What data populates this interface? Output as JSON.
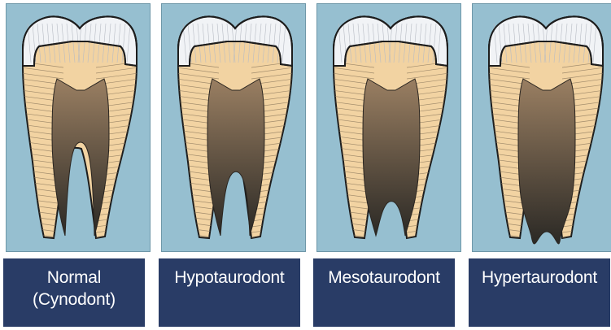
{
  "colors": {
    "panel_bg": "#96bfd0",
    "label_bg": "#293c66",
    "label_text": "#ffffff",
    "enamel": "#f1f3f6",
    "dentin": "#f2d3a2",
    "pulp_top": "#9a7f62",
    "pulp_bottom": "#2b2925"
  },
  "panels": [
    {
      "id": "normal",
      "label_lines": [
        "Normal",
        "(Cynodont)"
      ],
      "pulp_floor_level": 0.0
    },
    {
      "id": "hypotaurodont",
      "label_lines": [
        "Hypotaurodont"
      ],
      "pulp_floor_level": 0.33
    },
    {
      "id": "mesotaurodont",
      "label_lines": [
        "Mesotaurodont"
      ],
      "pulp_floor_level": 0.66
    },
    {
      "id": "hypertaurodont",
      "label_lines": [
        "Hypertaurodont"
      ],
      "pulp_floor_level": 1.0
    }
  ]
}
